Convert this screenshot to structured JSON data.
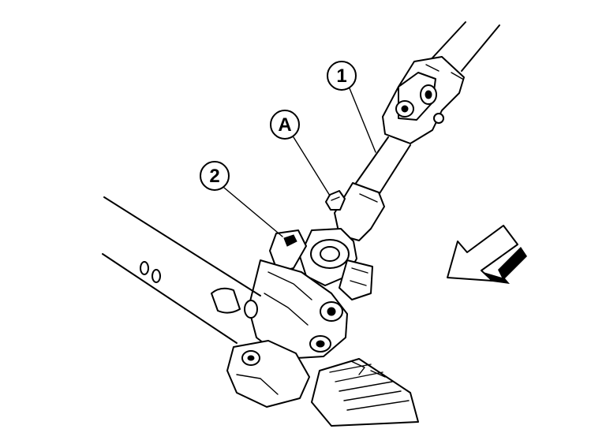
{
  "callouts": [
    {
      "label": "1"
    },
    {
      "label": "A"
    },
    {
      "label": "2"
    }
  ],
  "direction_arrow": {
    "icon": "front-direction-arrow-icon"
  },
  "colors": {
    "line": "#000000",
    "background": "#ffffff"
  }
}
